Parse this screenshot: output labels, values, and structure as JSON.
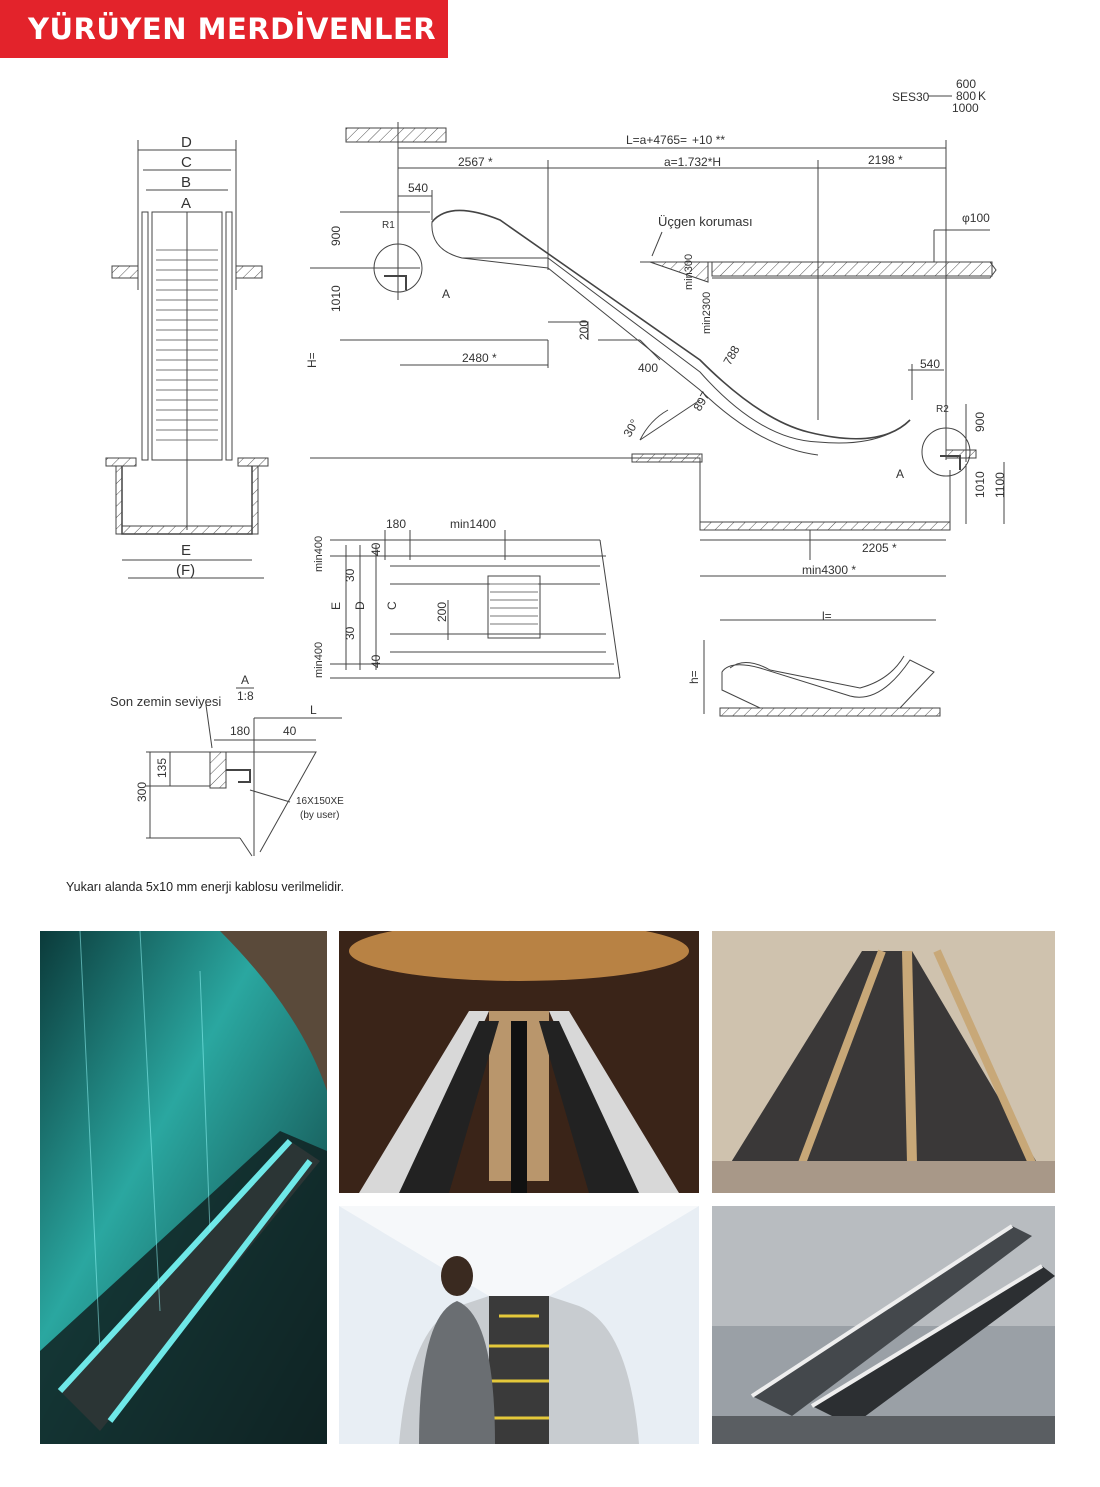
{
  "header": {
    "title": "YÜRÜYEN MERDİVENLER"
  },
  "drawing": {
    "model": "SES30",
    "widths": [
      "600",
      "800",
      "1000"
    ],
    "width_suffix": "K",
    "plan_labels": {
      "d": "D",
      "c": "C",
      "b": "B",
      "a": "A",
      "e": "E",
      "f": "(F)"
    },
    "dims": {
      "L": "L=a+4765=",
      "L_tol": "+10 **",
      "d2567": "2567 *",
      "a": "a=1.732*H",
      "d2198": "2198 *",
      "d540a": "540",
      "r1": "R1",
      "d900a": "900",
      "d1010a": "1010",
      "H": "H=",
      "d2480": "2480 *",
      "d200": "200",
      "d400": "400",
      "d788": "788",
      "d897": "897",
      "angle": "30°",
      "min300": "min300",
      "min2300": "min2300",
      "phi100": "φ100",
      "d540b": "540",
      "r2": "R2",
      "d900b": "900",
      "d1010b": "1010",
      "d1100": "1100",
      "d2205": "2205 *",
      "min4300": "min4300 *",
      "detailA1": "A",
      "detailA2": "A",
      "d180": "180",
      "min1400": "min1400",
      "min400a": "min400",
      "min400b": "min400",
      "d40a": "40",
      "d30a": "30",
      "d30b": "30",
      "d40b": "40",
      "top_e": "E",
      "top_d": "D",
      "top_c": "C",
      "top_200": "200",
      "l_eq": "l=",
      "h_eq": "h=",
      "detail_title": "A",
      "detail_scale": "1:8",
      "detail_L": "L",
      "detail_180": "180",
      "detail_40": "40",
      "detail_135": "135",
      "detail_300": "300",
      "bolt": "16X150XE",
      "by_user": "(by user)"
    },
    "callouts": {
      "triangle_guard": "Üçgen koruması",
      "floor_level": "Son zemin seviyesi"
    }
  },
  "caption": "Yukarı alanda 5x10 mm enerji kablosu verilmelidir.",
  "colors": {
    "accent": "#e3232b"
  }
}
